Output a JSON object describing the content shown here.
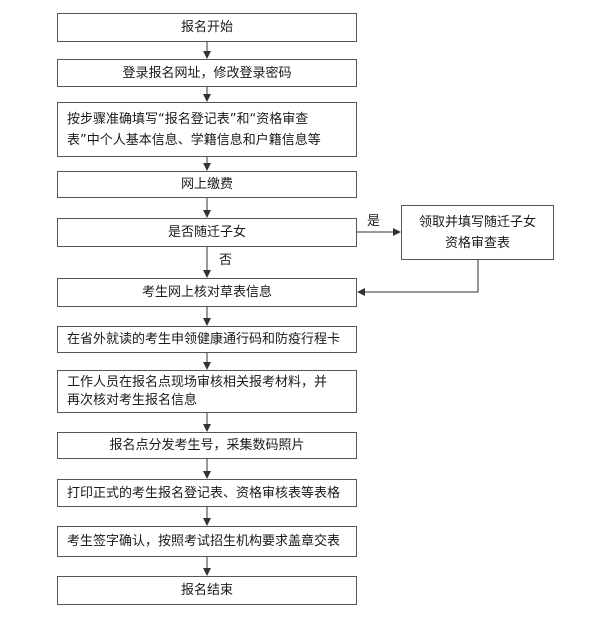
{
  "steps": {
    "start": "报名开始",
    "login": "登录报名网址，修改登录密码",
    "fill_form_line1": "按步骤准确填写“报名登记表”和“资格审查",
    "fill_form_line2": "表”中个人基本信息、学籍信息和户籍信息等",
    "pay": "网上缴费",
    "decision": "是否随迁子女",
    "migrant_line1": "领取并填写随迁子女",
    "migrant_line2": "资格审查表",
    "verify": "考生网上核对草表信息",
    "health_code": "在省外就读的考生申领健康通行码和防疫行程卡",
    "review_line1": "工作人员在报名点现场审核相关报考材料，并",
    "review_line2": "再次核对考生报名信息",
    "issue_number": "报名点分发考生号，采集数码照片",
    "print": "打印正式的考生报名登记表、资格审核表等表格",
    "sign": "考生签字确认，按照考试招生机构要求盖章交表",
    "end": "报名结束"
  },
  "labels": {
    "yes": "是",
    "no": "否"
  },
  "colors": {
    "border": "#555555",
    "arrow": "#333333",
    "text": "#1a1a1a"
  }
}
